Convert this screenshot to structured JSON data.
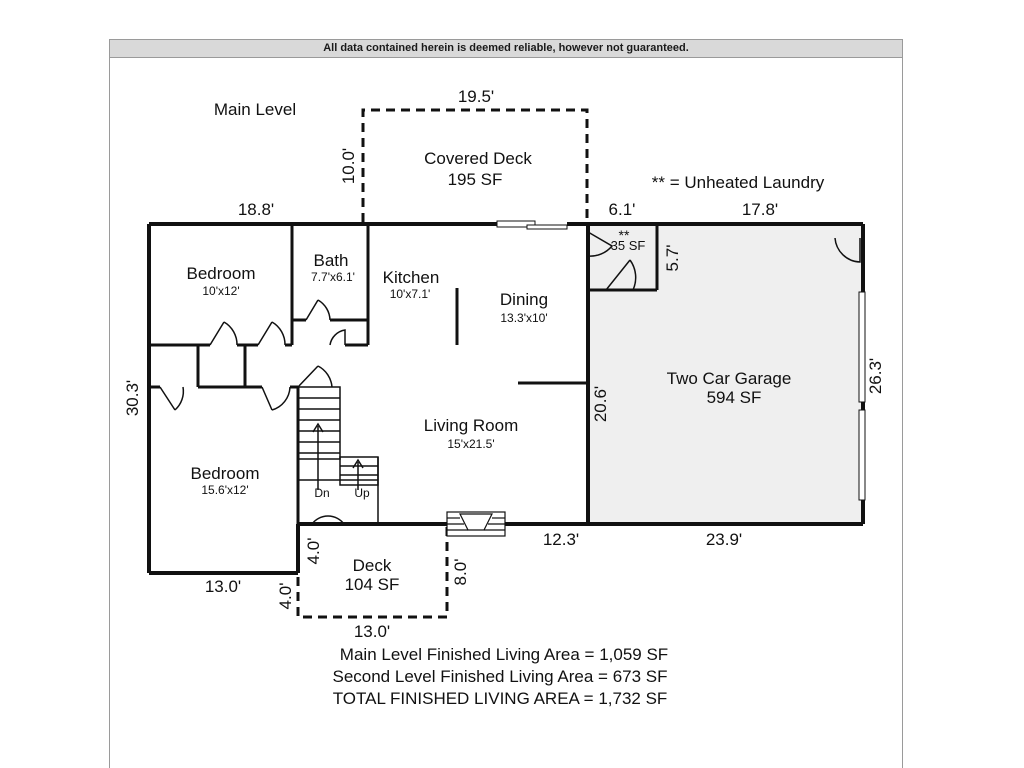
{
  "disclaimer": "All data contained herein is deemed reliable, however not guaranteed.",
  "level_title": "Main Level",
  "legend": "** = Unheated Laundry",
  "rooms": {
    "covered_deck": {
      "name": "Covered Deck",
      "area": "195 SF"
    },
    "bedroom1": {
      "name": "Bedroom",
      "size": "10'x12'"
    },
    "bath": {
      "name": "Bath",
      "size": "7.7'x6.1'"
    },
    "kitchen": {
      "name": "Kitchen",
      "size": "10'x7.1'"
    },
    "dining": {
      "name": "Dining",
      "size": "13.3'x10'"
    },
    "laundry": {
      "marker": "**",
      "area": "35 SF"
    },
    "garage": {
      "name": "Two Car Garage",
      "area": "594 SF"
    },
    "living": {
      "name": "Living Room",
      "size": "15'x21.5'"
    },
    "bedroom2": {
      "name": "Bedroom",
      "size": "15.6'x12'"
    },
    "deck": {
      "name": "Deck",
      "area": "104 SF"
    },
    "stairs": {
      "down": "Dn",
      "up": "Up"
    }
  },
  "dimensions": {
    "covered_deck_width": "19.5'",
    "covered_deck_depth": "10.0'",
    "top_left": "18.8'",
    "top_mid": "6.1'",
    "top_right": "17.8'",
    "laundry_side": "5.7'",
    "left_side": "30.3'",
    "garage_right": "26.3'",
    "living_side": "20.6'",
    "bottom_mid": "12.3'",
    "bottom_right": "23.9'",
    "bottom_left": "13.0'",
    "deck_left_upper": "4.0'",
    "deck_left_lower": "4.0'",
    "deck_right": "8.0'",
    "deck_bottom": "13.0'"
  },
  "summary": {
    "line1": "Main Level Finished Living Area = 1,059 SF",
    "line2": "Second Level Finished Living Area = 673 SF",
    "line3": "TOTAL FINISHED LIVING AREA = 1,732 SF"
  }
}
